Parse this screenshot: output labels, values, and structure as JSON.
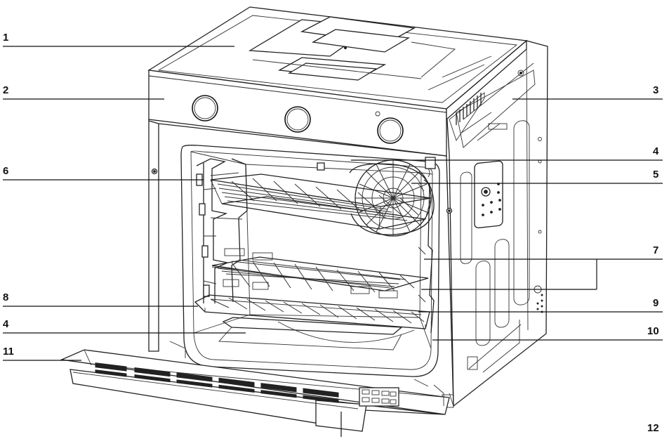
{
  "figure": {
    "callouts": [
      {
        "id": "c1",
        "label": "1"
      },
      {
        "id": "c2",
        "label": "2"
      },
      {
        "id": "c3",
        "label": "3"
      },
      {
        "id": "c4a",
        "label": "4"
      },
      {
        "id": "c5",
        "label": "5"
      },
      {
        "id": "c6",
        "label": "6"
      },
      {
        "id": "c7",
        "label": "7"
      },
      {
        "id": "c8",
        "label": "8"
      },
      {
        "id": "c9",
        "label": "9"
      },
      {
        "id": "c4b",
        "label": "4"
      },
      {
        "id": "c10",
        "label": "10"
      },
      {
        "id": "c11",
        "label": "11"
      },
      {
        "id": "c12",
        "label": "12"
      }
    ]
  }
}
